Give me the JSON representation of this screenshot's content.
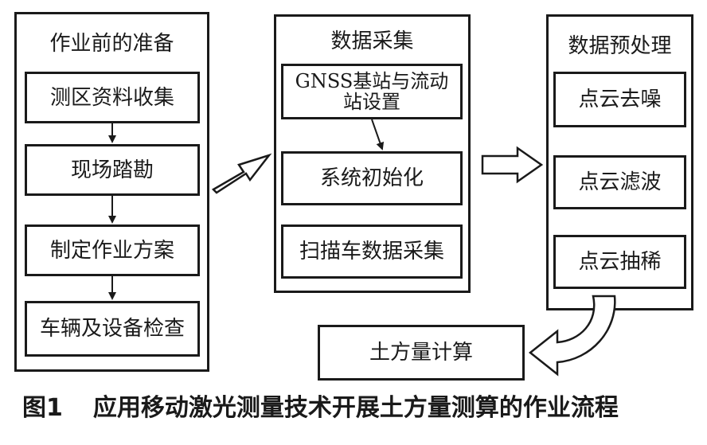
{
  "figure": {
    "caption_label": "图1",
    "caption_text": "应用移动激光测量技术开展土方量测算的作业流程"
  },
  "groups": [
    {
      "title": "作业前的准备",
      "steps": [
        "测区资料收集",
        "现场踏勘",
        "制定作业方案",
        "车辆及设备检查"
      ]
    },
    {
      "title": "数据采集",
      "steps": [
        "GNSS基站与流动站设置",
        "系统初始化",
        "扫描车数据采集"
      ]
    },
    {
      "title": "数据预处理",
      "steps": [
        "点云去噪",
        "点云滤波",
        "点云抽稀"
      ]
    }
  ],
  "result": "土方量计算"
}
